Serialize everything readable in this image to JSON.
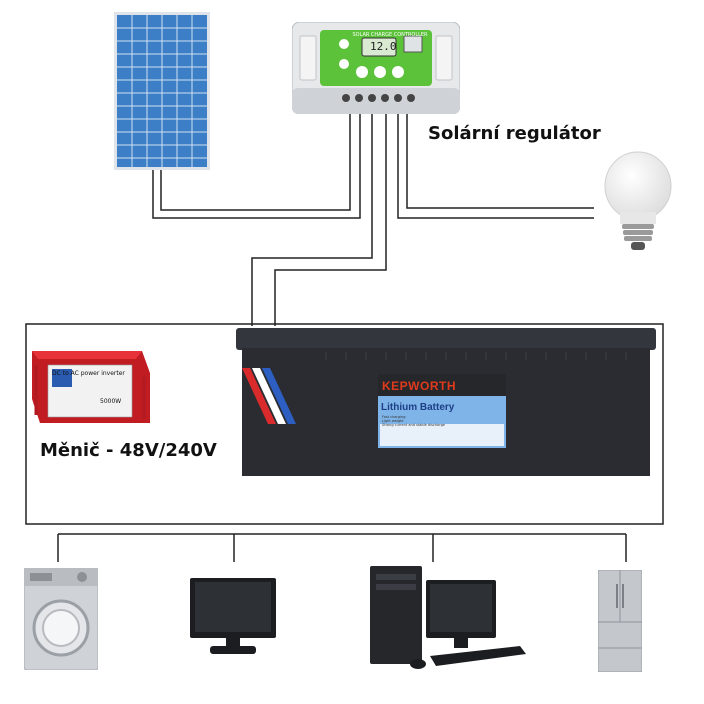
{
  "labels": {
    "regulator": "Solární regulátor",
    "inverter": "Měnič - 48V/240V"
  },
  "controller": {
    "title": "SOLAR CHARGE CONTROLLER",
    "display": "12.0"
  },
  "inverter": {
    "text": "DC to AC power inverter",
    "power": "5000W"
  },
  "battery": {
    "brand": "KEPWORTH",
    "title": "Lithium Battery",
    "features": [
      "Fast charging",
      "Light weight",
      "Strong current and stable discharge"
    ]
  },
  "colors": {
    "wire": "#222222",
    "frame": "#222222",
    "controller_green": "#5cc23a",
    "battery_body": "#2a2c31",
    "battery_label": "#7fb4e8",
    "inverter_red": "#d81e26"
  }
}
